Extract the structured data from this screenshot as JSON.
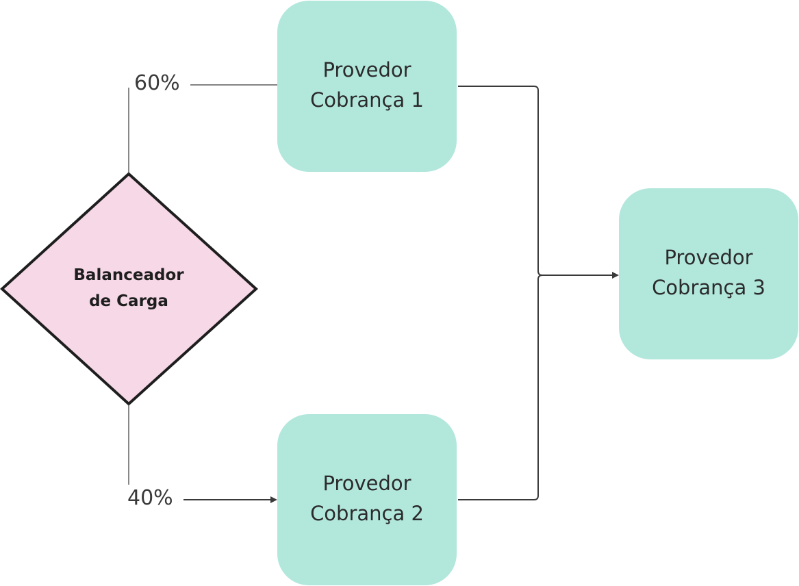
{
  "diagram": {
    "load_balancer": {
      "label": "Balanceador\nde Carga",
      "fill": "#f6d8e7",
      "stroke": "#1e1e1e"
    },
    "providers": [
      {
        "id": "provider-1",
        "label": "Provedor\nCobrança 1"
      },
      {
        "id": "provider-2",
        "label": "Provedor\nCobrança 2"
      },
      {
        "id": "provider-3",
        "label": "Provedor\nCobrança 3"
      }
    ],
    "edges": [
      {
        "from": "load_balancer",
        "to": "provider-1",
        "label": "60%"
      },
      {
        "from": "load_balancer",
        "to": "provider-2",
        "label": "40%"
      },
      {
        "from": "provider-1",
        "to": "provider-3",
        "label": ""
      },
      {
        "from": "provider-2",
        "to": "provider-3",
        "label": ""
      }
    ],
    "colors": {
      "provider_fill": "#b2e7dc",
      "line": "#3a3a3a"
    }
  }
}
